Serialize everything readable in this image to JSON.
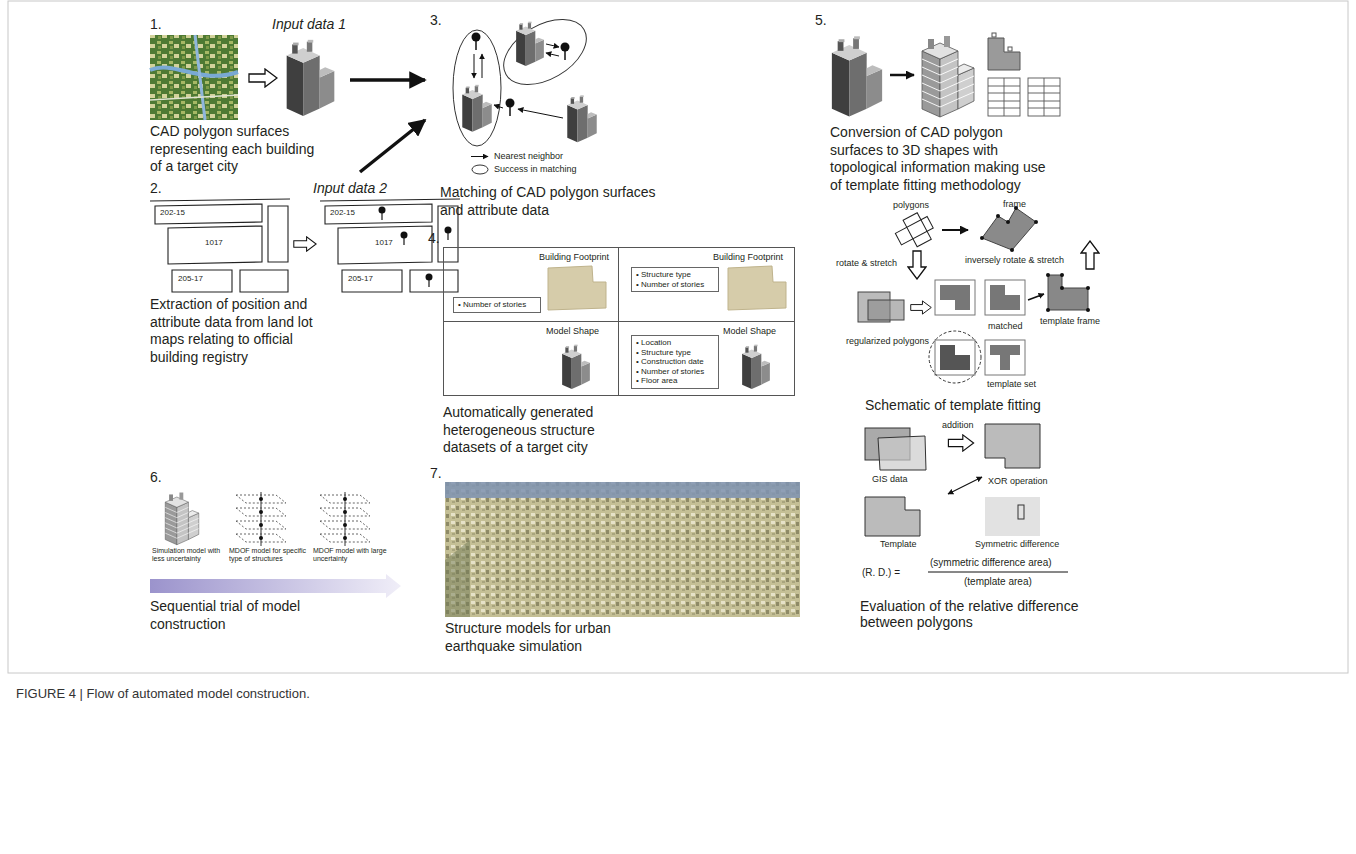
{
  "diagram": {
    "caption": "FIGURE 4 | Flow of automated model construction.",
    "nodes": [
      {
        "text": [
          "1.",
          "Input data 1",
          "CAD polygon surfaces representing each building of a target city"
        ]
      },
      {
        "text": [
          "2.",
          "Input data 2",
          "Extraction of position and attribute data from land lot maps relating to official building registry"
        ]
      },
      {
        "text": [
          "3.",
          "Matching of CAD polygon surfaces and attribute data"
        ]
      },
      {
        "text": [
          "4.",
          "Automatically generated heterogeneous structure datasets of a target city"
        ]
      },
      {
        "text": [
          "Building Footprint"
        ],
        "in": 3
      },
      {
        "text": [
          "• Number of stories"
        ],
        "in": 4
      },
      {
        "text": [
          "Building Footprint"
        ],
        "in": 3
      },
      {
        "text": [
          "• Structure type • Number of stories"
        ],
        "in": 6
      },
      {
        "text": [
          "Model Shape"
        ],
        "in": 3
      },
      {
        "text": [
          "Model Shape"
        ],
        "in": 3
      },
      {
        "text": [
          "• Location • Structure type • Construction date • Number of stories • Floor area"
        ],
        "in": 9
      },
      {
        "text": [
          "5.",
          "Conversion of CAD polygon surfaces to 3D shapes with topological information making use of template fitting methodology"
        ]
      },
      {
        "text": [
          "6.",
          "Sequential trial of model construction"
        ]
      },
      {
        "text": [
          "7.",
          "Structure models for urban earthquake simulation"
        ]
      }
    ],
    "edges": [
      {
        "from": 0,
        "to": 2,
        "arrow": "to"
      },
      {
        "from": 1,
        "to": 2,
        "arrow": "to"
      }
    ],
    "labels": [
      "202-15",
      "1017",
      "205-17",
      "202-15",
      "1017",
      "205-17",
      "polygons",
      "frame",
      "rotate & stretch",
      "inversely rotate & stretch",
      "regularized polygons",
      "matched",
      "template set",
      "template frame",
      "Schematic of template fitting",
      "GIS data",
      "addition",
      "XOR operation",
      "Template",
      "Symmetric difference",
      "(R. D.) =",
      "(symmetric difference area)",
      "(template area)",
      "Evaluation of the relative difference between polygons",
      "Simulation model with less uncertainty",
      "MDOF model for specific type of structures",
      "MDOF model with large uncertainty"
    ],
    "legend": [
      {
        "text": "Nearest neighbor"
      },
      {
        "text": "Success in matching"
      }
    ]
  }
}
